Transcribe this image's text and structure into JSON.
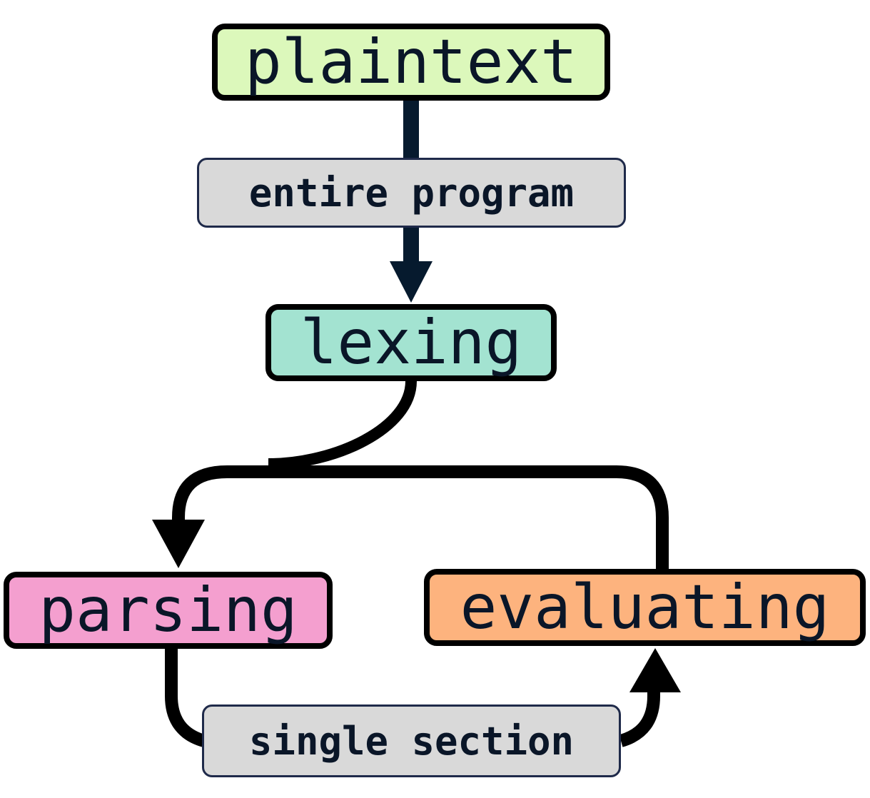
{
  "colors": {
    "plaintext": "#dcf8bb",
    "lexing": "#a3e3d1",
    "parsing": "#f49fcf",
    "evaluating": "#fdb37e",
    "edge_label_bg": "#d9d9d9",
    "stroke": "#000000",
    "arrow_navy": "#061a2e",
    "text": "#0a1628"
  },
  "nodes": {
    "plaintext": "plaintext",
    "lexing": "lexing",
    "parsing": "parsing",
    "evaluating": "evaluating"
  },
  "edge_labels": {
    "plaintext_to_lexing": "entire program",
    "parsing_to_evaluating": "single section"
  }
}
